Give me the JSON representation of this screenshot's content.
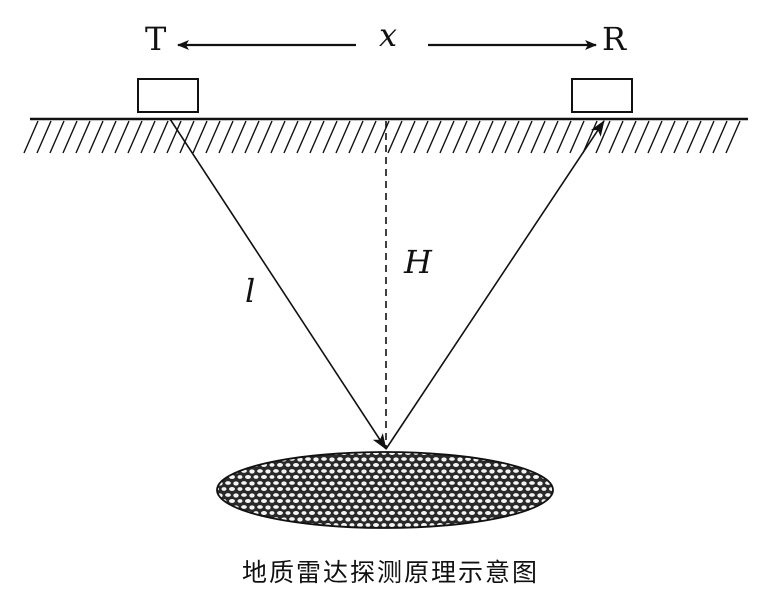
{
  "labels": {
    "transmitter": "T",
    "receiver": "R",
    "offset": "x",
    "depth": "H",
    "path": "l"
  },
  "caption": "地质雷达探测原理示意图"
}
